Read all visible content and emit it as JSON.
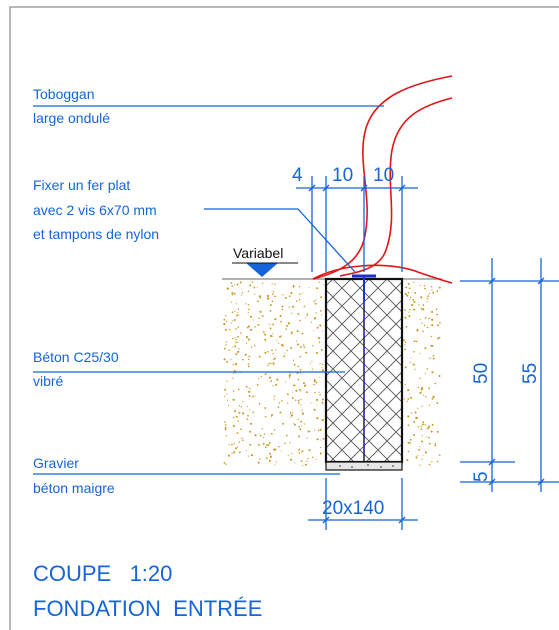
{
  "labels": {
    "toboggan_line1": "Toboggan",
    "toboggan_line2": "large ondulé",
    "fixer_line1": "Fixer un fer plat",
    "fixer_line2": "avec 2 vis 6x70 mm",
    "fixer_line3": "et tampons de nylon",
    "variabel": "Variabel",
    "beton_line1": "Béton C25/30",
    "beton_line2": "vibré",
    "gravier_line1": "Gravier",
    "gravier_line2": "béton maigre"
  },
  "dimensions": {
    "d4": "4",
    "d10a": "10",
    "d10b": "10",
    "d50": "50",
    "d55": "55",
    "d5": "5",
    "section": "20x140"
  },
  "title": {
    "line1": "COUPE   1:20",
    "line2": "FONDATION  ENTRÉE"
  },
  "colors": {
    "annotation": "#1565d8",
    "slide": "#e01515",
    "soil_dots": "#c8961e",
    "outline": "#111111"
  }
}
